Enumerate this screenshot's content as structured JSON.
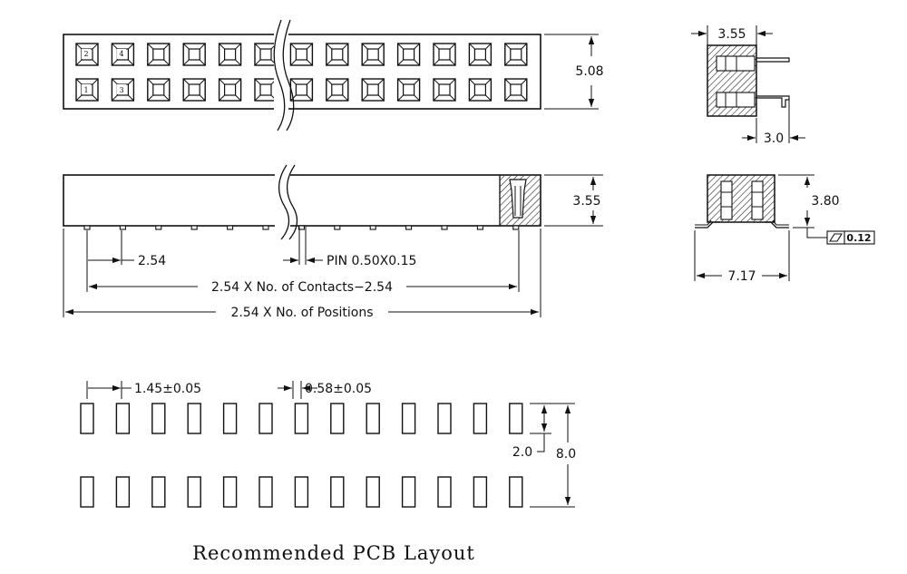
{
  "top_view": {
    "pin_labels": [
      "2",
      "4",
      "1",
      "3"
    ],
    "height_dim": "5.08"
  },
  "front_view": {
    "height_dim": "3.55",
    "pitch_dim": "2.54",
    "pin_dim": "PIN  0.50X0.15",
    "contacts_dim": "2.54  X  No.  of  Contacts−2.54",
    "positions_dim": "2.54  X  No.  of  Positions"
  },
  "side_view_top": {
    "width_dim": "3.55",
    "pin_offset_dim": "3.0"
  },
  "side_view_bottom": {
    "height_dim": "3.80",
    "width_dim": "7.17",
    "flatness_value": "0.12",
    "flatness_symbol": "flatness-icon"
  },
  "pcb_layout": {
    "pad_width_dim": "1.45±0.05",
    "gap_dim": "0.58±0.05",
    "pad_height_dim": "2.0",
    "row_span_dim": "8.0",
    "caption": "Recommended PCB Layout"
  }
}
